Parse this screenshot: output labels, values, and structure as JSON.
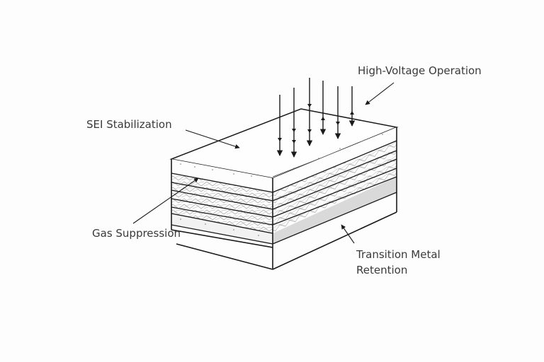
{
  "diagram": {
    "title": "Layered cathode coating block with incoming arrows",
    "labels": {
      "high_voltage": "High-Voltage Operation",
      "sei": "SEI Stabilization",
      "gas": "Gas Suppression",
      "tm_line1": "Transition Metal",
      "tm_line2": "Retention"
    },
    "arrow_count": 6,
    "layer_count": 4,
    "colors": {
      "line": "#1a1a1a",
      "text": "#3a3a3a",
      "shaded_band": "#d9d9d9",
      "texture": "#8a8a8a"
    }
  }
}
